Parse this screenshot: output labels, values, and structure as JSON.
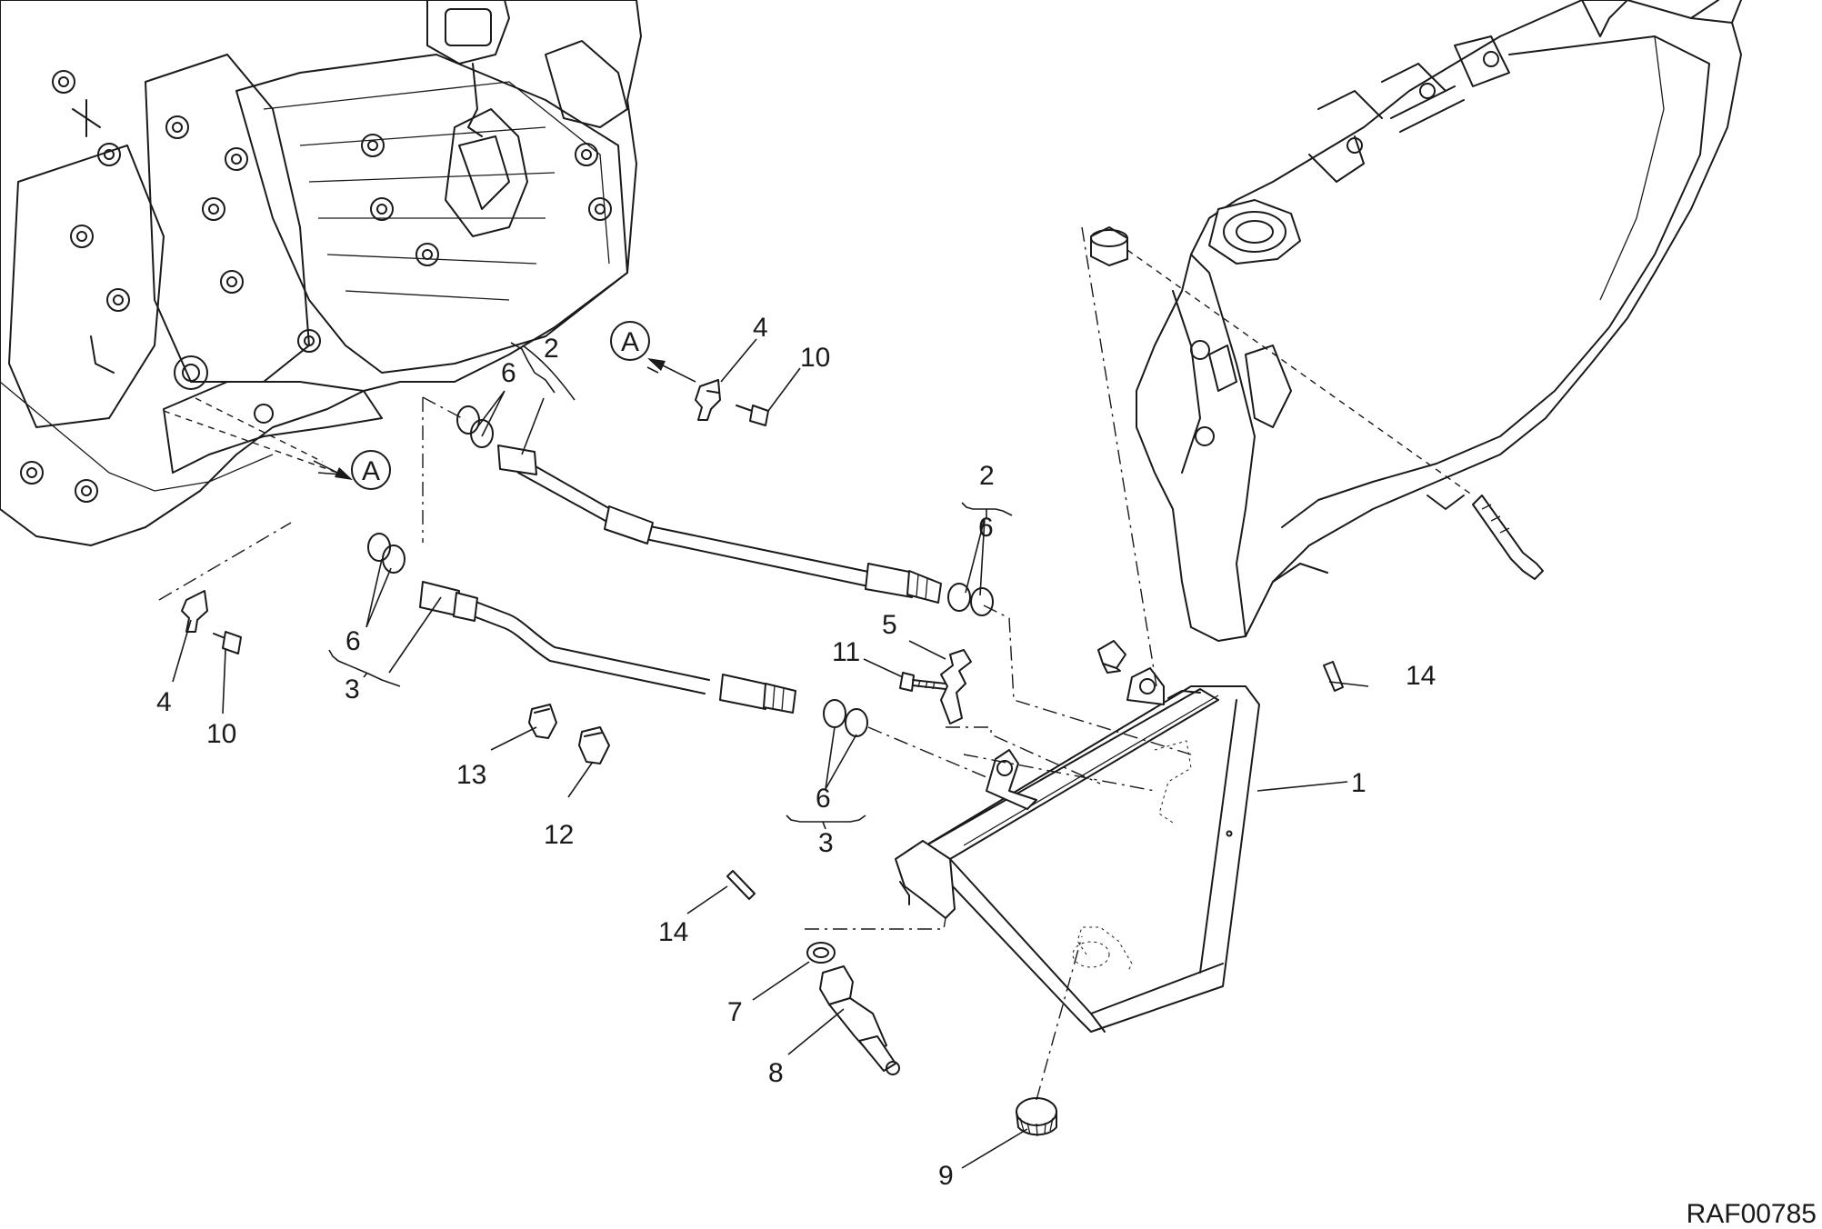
{
  "diagram": {
    "drawing_code": "RAF00785",
    "callouts": [
      {
        "id": "c1",
        "text": "1"
      },
      {
        "id": "c2a",
        "text": "2"
      },
      {
        "id": "c2b",
        "text": "2"
      },
      {
        "id": "c3a",
        "text": "3"
      },
      {
        "id": "c3b",
        "text": "3"
      },
      {
        "id": "c4a",
        "text": "4"
      },
      {
        "id": "c4b",
        "text": "4"
      },
      {
        "id": "c5",
        "text": "5"
      },
      {
        "id": "c6a",
        "text": "6"
      },
      {
        "id": "c6b",
        "text": "6"
      },
      {
        "id": "c6c",
        "text": "6"
      },
      {
        "id": "c6d",
        "text": "6"
      },
      {
        "id": "c7",
        "text": "7"
      },
      {
        "id": "c8",
        "text": "8"
      },
      {
        "id": "c9",
        "text": "9"
      },
      {
        "id": "c10a",
        "text": "10"
      },
      {
        "id": "c10b",
        "text": "10"
      },
      {
        "id": "c11",
        "text": "11"
      },
      {
        "id": "c12",
        "text": "12"
      },
      {
        "id": "c13",
        "text": "13"
      },
      {
        "id": "c14a",
        "text": "14"
      },
      {
        "id": "c14b",
        "text": "14"
      }
    ],
    "reference_markers": [
      {
        "id": "refA1",
        "text": "A"
      },
      {
        "id": "refA2",
        "text": "A"
      }
    ]
  }
}
